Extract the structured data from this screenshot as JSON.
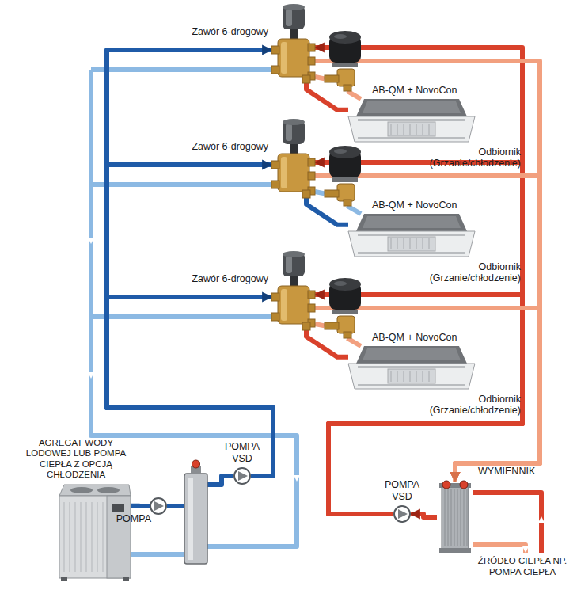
{
  "diagram": {
    "nodes": [
      {
        "text": [
          "Zawór 6-drogowy"
        ]
      },
      {
        "text": [
          "AB-QM + NovoCon"
        ]
      },
      {
        "text": [
          "Odbiornik (Grzanie/chłodzenie)"
        ]
      },
      {
        "text": [
          "Zawór 6-drogowy"
        ]
      },
      {
        "text": [
          "AB-QM + NovoCon"
        ]
      },
      {
        "text": [
          "Odbiornik (Grzanie/chłodzenie)"
        ]
      },
      {
        "text": [
          "Zawór 6-drogowy"
        ]
      },
      {
        "text": [
          "AB-QM + NovoCon"
        ]
      },
      {
        "text": [
          "Odbiornik (Grzanie/chłodzenie)"
        ]
      },
      {
        "text": [
          "AGREGAT WODY LODOWEJ LUB POMPA CIEPŁA Z OPCJĄ CHŁODZENIA"
        ]
      },
      {
        "text": [
          "POMPA"
        ]
      },
      {
        "text": [
          "POMPA VSD"
        ]
      },
      {
        "text": [
          "POMPA VSD"
        ]
      },
      {
        "text": [
          "WYMIENNIK"
        ]
      }
    ],
    "edges": [
      {
        "from": 11,
        "to": 0,
        "arrow": "to"
      },
      {
        "from": 11,
        "to": 3,
        "arrow": "to"
      },
      {
        "from": 11,
        "to": 6,
        "arrow": "to"
      },
      {
        "from": 12,
        "to": 0,
        "arrow": "to"
      },
      {
        "from": 12,
        "to": 3,
        "arrow": "to"
      },
      {
        "from": 12,
        "to": 6,
        "arrow": "to"
      },
      {
        "from": 0,
        "to": 2,
        "arrow": "none"
      },
      {
        "from": 2,
        "to": 1,
        "arrow": "none"
      },
      {
        "from": 1,
        "to": 0,
        "arrow": "none"
      },
      {
        "from": 3,
        "to": 5,
        "arrow": "none"
      },
      {
        "from": 5,
        "to": 4,
        "arrow": "none"
      },
      {
        "from": 4,
        "to": 3,
        "arrow": "none"
      },
      {
        "from": 6,
        "to": 8,
        "arrow": "none"
      },
      {
        "from": 8,
        "to": 7,
        "arrow": "none"
      },
      {
        "from": 7,
        "to": 6,
        "arrow": "none"
      },
      {
        "from": 0,
        "to": 13,
        "arrow": "to"
      },
      {
        "from": 3,
        "to": 13,
        "arrow": "to"
      },
      {
        "from": 6,
        "to": 13,
        "arrow": "to"
      },
      {
        "from": 9,
        "to": 10,
        "arrow": "none"
      },
      {
        "from": 13,
        "to": 12,
        "arrow": "to"
      }
    ],
    "labels": [
      "ŹRÓDŁO CIEPŁA NP. POMPA CIEPŁA"
    ]
  }
}
